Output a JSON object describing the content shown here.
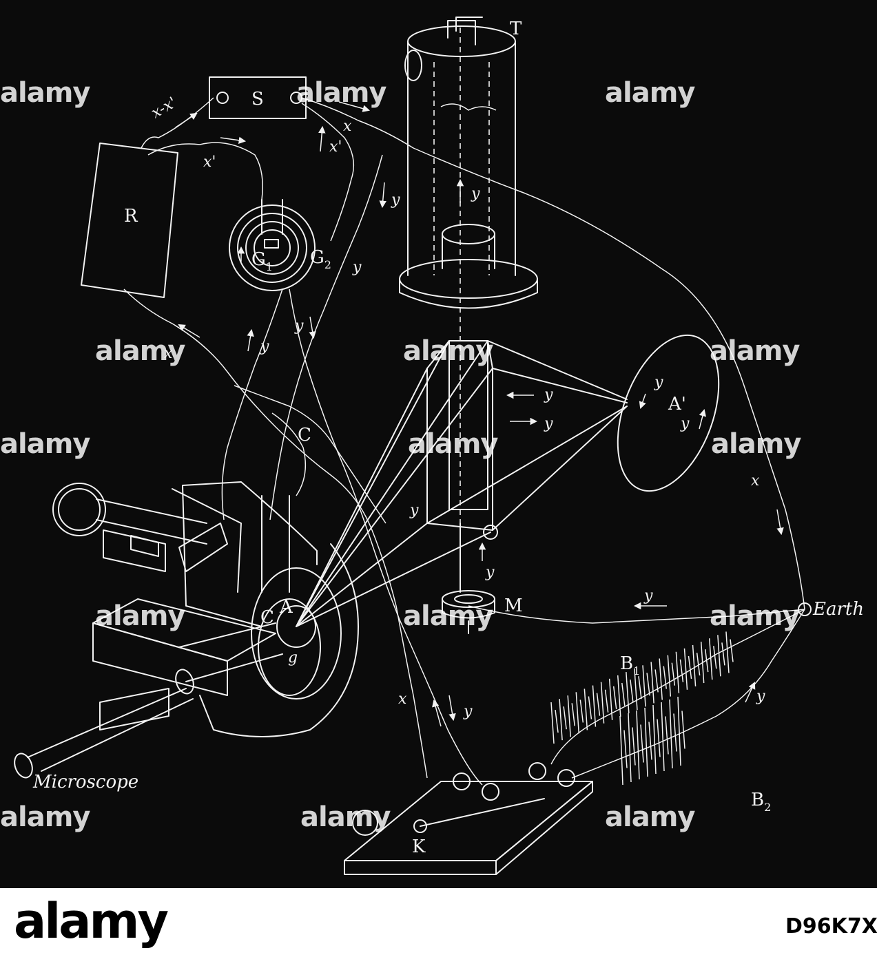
{
  "diagram": {
    "labels": {
      "T": "T",
      "S": "S",
      "R": "R",
      "G1": "G",
      "G1_sub": "1",
      "G2": "G",
      "G2_sub": "2",
      "C_upper": "C",
      "C_lower": "C",
      "A": "A",
      "A_prime": "A'",
      "M": "M",
      "Earth": "Earth",
      "B1": "B",
      "B1_sub": "1",
      "B2": "B",
      "B2_sub": "2",
      "K": "K",
      "g": "g",
      "microscope": "Microscope"
    },
    "wire_labels": {
      "x_minus_x1": "x-x'",
      "x": "x",
      "x1": "x'",
      "y": "y"
    }
  },
  "watermark": {
    "brand": "alamy",
    "image_id": "D96K7X"
  },
  "colors": {
    "background": "#0b0b0b",
    "ink": "#f2f2f2",
    "strip": "#ffffff"
  }
}
